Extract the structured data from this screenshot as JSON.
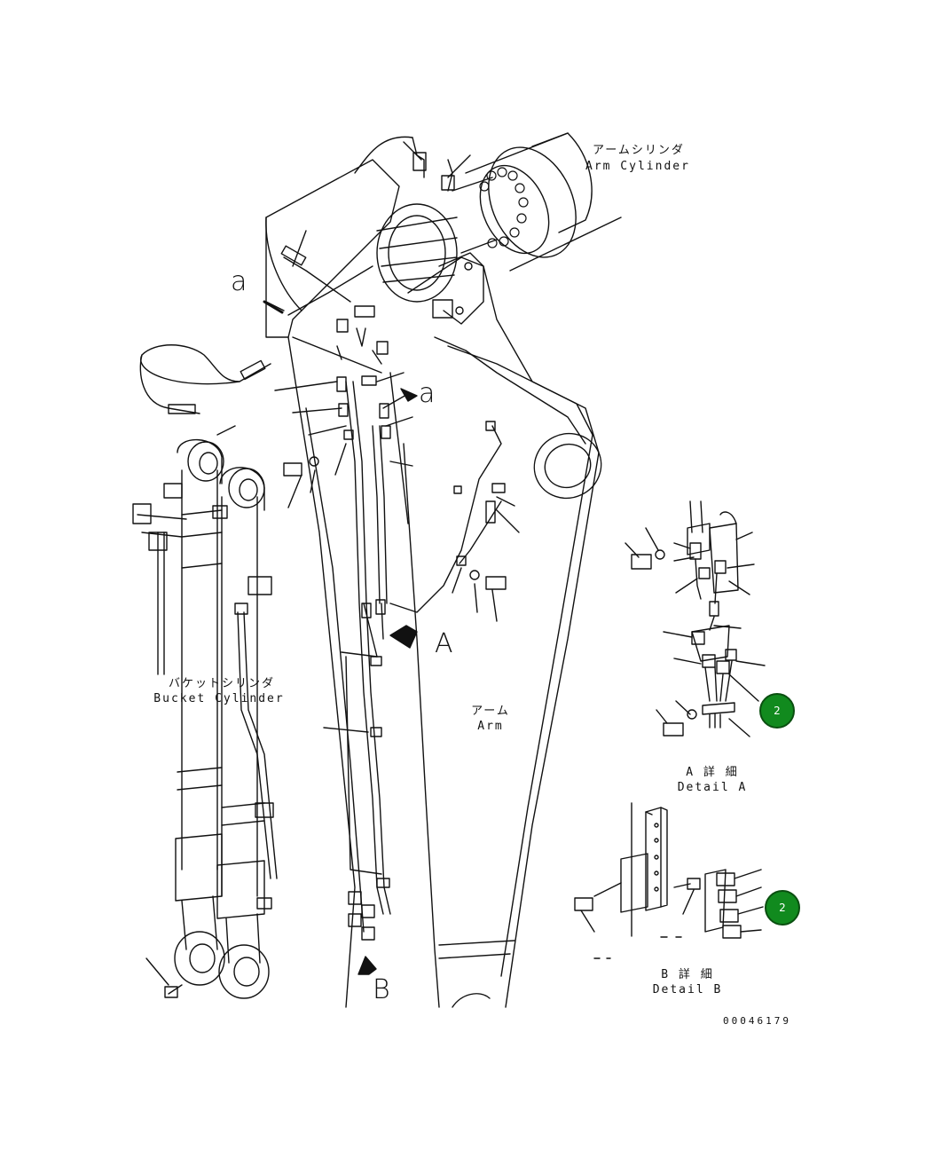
{
  "labels": {
    "arm_cylinder_jp": "アームシリンダ",
    "arm_cylinder_en": "Arm Cylinder",
    "bucket_cylinder_jp": "バケットシリンダ",
    "bucket_cylinder_en": "Bucket Cylinder",
    "arm_jp": "アーム",
    "arm_en": "Arm",
    "detail_a_jp": "A 詳 細",
    "detail_a_en": "Detail A",
    "detail_b_jp": "B 詳 細",
    "detail_b_en": "Detail B",
    "view_a": "A",
    "view_b": "B",
    "ref_a_top": "a",
    "ref_a_mid": "a",
    "drawing_no": "00046179"
  },
  "callouts": [
    {
      "id": "detail-a-badge",
      "number": "2"
    },
    {
      "id": "detail-b-badge",
      "number": "2"
    }
  ],
  "colors": {
    "line": "#111111",
    "badge_fill": "#118a1e",
    "badge_border": "#0a4f10"
  }
}
